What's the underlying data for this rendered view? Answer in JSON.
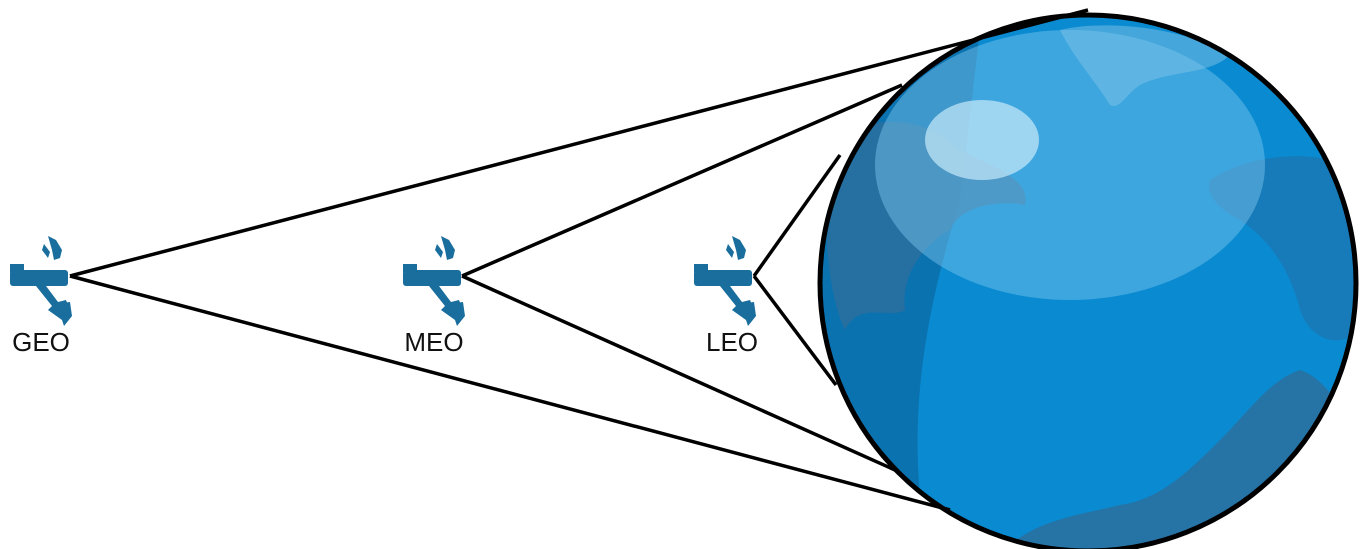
{
  "orbits": [
    {
      "id": "geo",
      "label": "GEO"
    },
    {
      "id": "meo",
      "label": "MEO"
    },
    {
      "id": "leo",
      "label": "LEO"
    }
  ],
  "icons": {
    "satellite": "satellite-icon",
    "earth": "earth-globe-icon"
  },
  "colors": {
    "satellite": "#1a6e9e",
    "ocean": "#0a8bd1",
    "ocean_shadow": "#0d5f96",
    "continent": "#2b6f9f",
    "highlight": "#7fc7ef",
    "outline": "#000000"
  }
}
